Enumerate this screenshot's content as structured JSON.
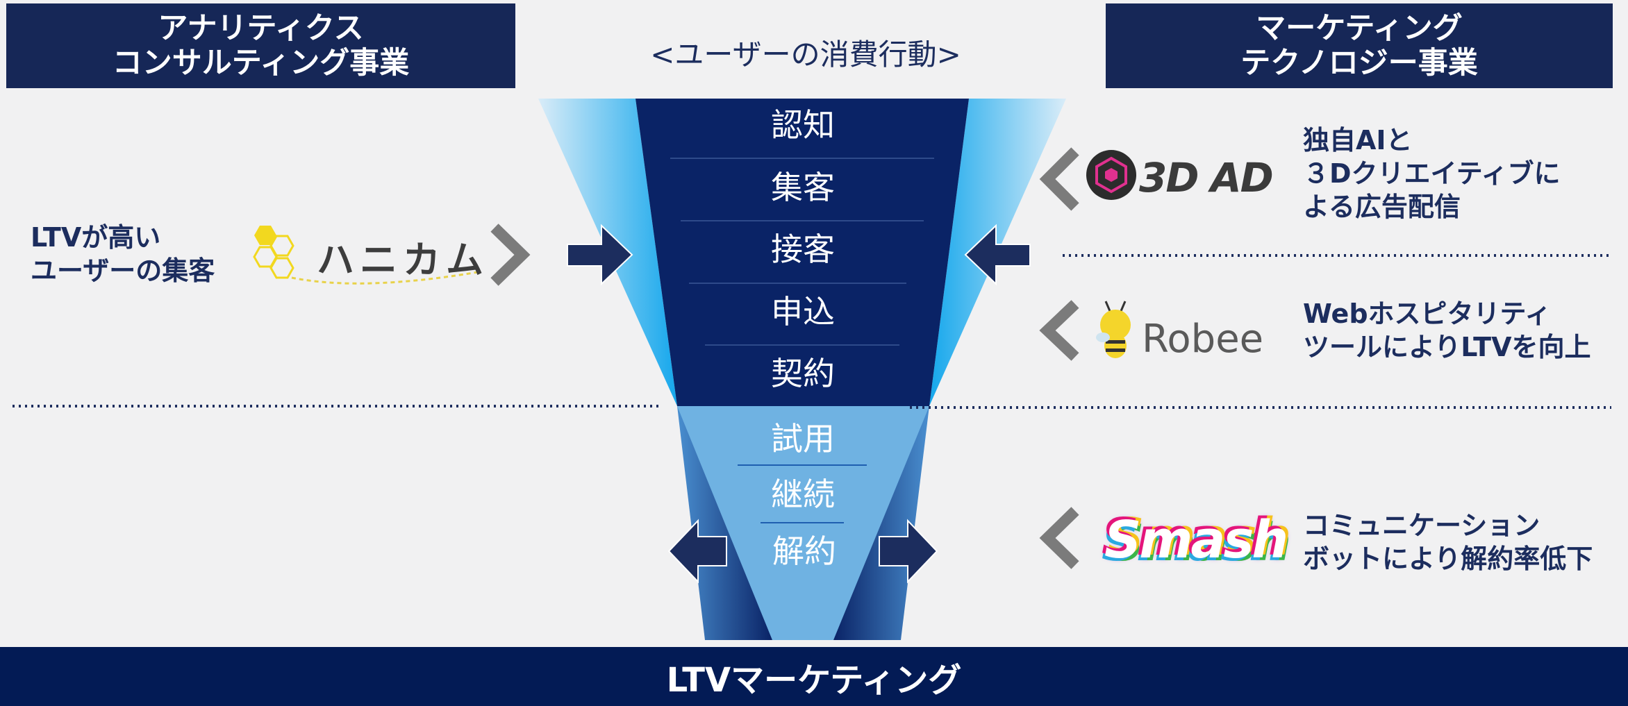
{
  "header_left": {
    "line1": "アナリティクス",
    "line2": "コンサルティング事業"
  },
  "header_center": "<ユーザーの消費行動>",
  "header_right": {
    "line1": "マーケティング",
    "line2": "テクノロジー事業"
  },
  "funnel": {
    "upper_stages": [
      "認知",
      "集客",
      "接客",
      "申込",
      "契約"
    ],
    "lower_stages": [
      "試用",
      "継続",
      "解約"
    ]
  },
  "left_service": {
    "logo": "ハニカム",
    "description": [
      "LTVが高い",
      "ユーザーの集客"
    ]
  },
  "right_services": [
    {
      "logo": "3D AD",
      "description": [
        "独自AIと",
        "３Dクリエイティブに",
        "よる広告配信"
      ]
    },
    {
      "logo": "Robee",
      "description": [
        "Webホスピタリティ",
        "ツールによりLTVを向上"
      ]
    },
    {
      "logo": "Smash",
      "description": [
        "コミュニケーション",
        "ボットにより解約率低下"
      ]
    }
  ],
  "footer": "LTVマーケティング",
  "colors": {
    "navy": "#162757",
    "funnel_dark": "#0a2366",
    "funnel_light": "#6fb2e2",
    "accent_cyan": "#15a7ec",
    "footer": "#031b55",
    "background": "#f1f1f2"
  }
}
